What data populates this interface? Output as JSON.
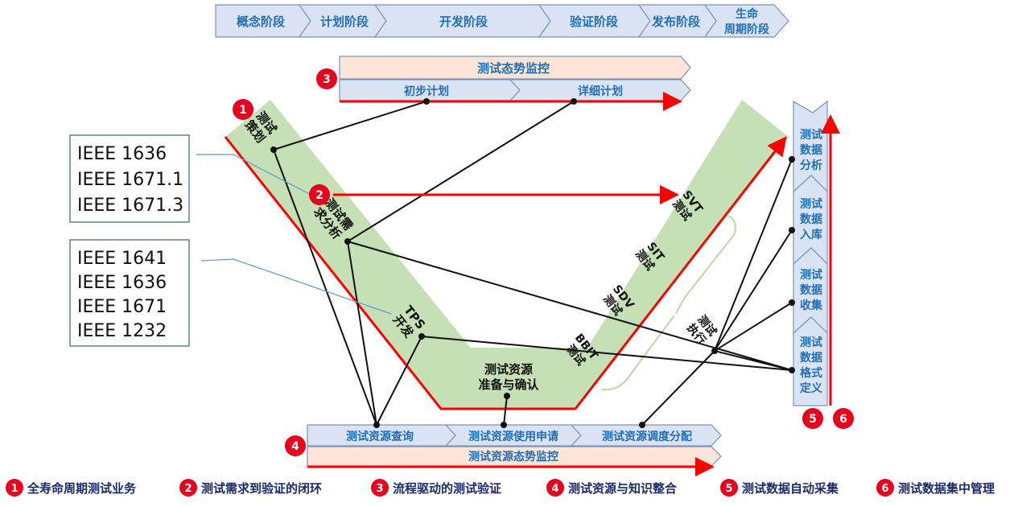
{
  "phases": [
    "概念阶段",
    "计划阶段",
    "开发阶段",
    "验证阶段",
    "发布阶段",
    "生命",
    "周期阶段"
  ],
  "plan_monitor": "测试态势监控",
  "plan_steps": [
    "初步计划",
    "详细计划"
  ],
  "resource_steps": [
    "测试资源查询",
    "测试资源使用申请",
    "测试资源调度分配"
  ],
  "resource_monitor": "测试资源态势监控",
  "v_labels": {
    "planning": [
      "测试",
      "策划"
    ],
    "req_analysis": [
      "测试需",
      "求分析"
    ],
    "tps": [
      "TPS",
      "开发"
    ],
    "resource_prep": [
      "测试资源",
      "准备与确认"
    ],
    "bbit": [
      "BBIT",
      "测试"
    ],
    "sdv": [
      "SDV",
      "测试"
    ],
    "sit": [
      "SIT",
      "测试"
    ],
    "svt": [
      "SVT",
      "测试"
    ],
    "execution": [
      "测试",
      "执行"
    ]
  },
  "data_stages": [
    [
      "测试",
      "数据",
      "分析"
    ],
    [
      "测试",
      "数据",
      "入库"
    ],
    [
      "测试",
      "数据",
      "收集"
    ],
    [
      "测试",
      "数据",
      "格式",
      "定义"
    ]
  ],
  "ieee_box_1": [
    "IEEE 1636",
    "IEEE 1671.1",
    "IEEE 1671.3"
  ],
  "ieee_box_2": [
    "IEEE 1641",
    "IEEE 1636",
    "IEEE 1671",
    "IEEE 1232"
  ],
  "badges": [
    "1",
    "2",
    "3",
    "4",
    "5",
    "6"
  ],
  "legend": [
    {
      "num": "1",
      "text": "全寿命周期测试业务"
    },
    {
      "num": "2",
      "text": "测试需求到验证的闭环"
    },
    {
      "num": "3",
      "text": "流程驱动的测试验证"
    },
    {
      "num": "4",
      "text": "测试资源与知识整合"
    },
    {
      "num": "5",
      "text": "测试数据自动采集"
    },
    {
      "num": "6",
      "text": "测试数据集中管理"
    }
  ],
  "colors": {
    "phase_fill": "#dae3f3",
    "phase_stroke": "#7b93b8",
    "monitor_fill": "#fce4d6",
    "v_fill": "#c5e0b4",
    "accent_red": "#ff0000",
    "badge_red": "#e8001c",
    "label_blue": "#1f6fb8"
  }
}
